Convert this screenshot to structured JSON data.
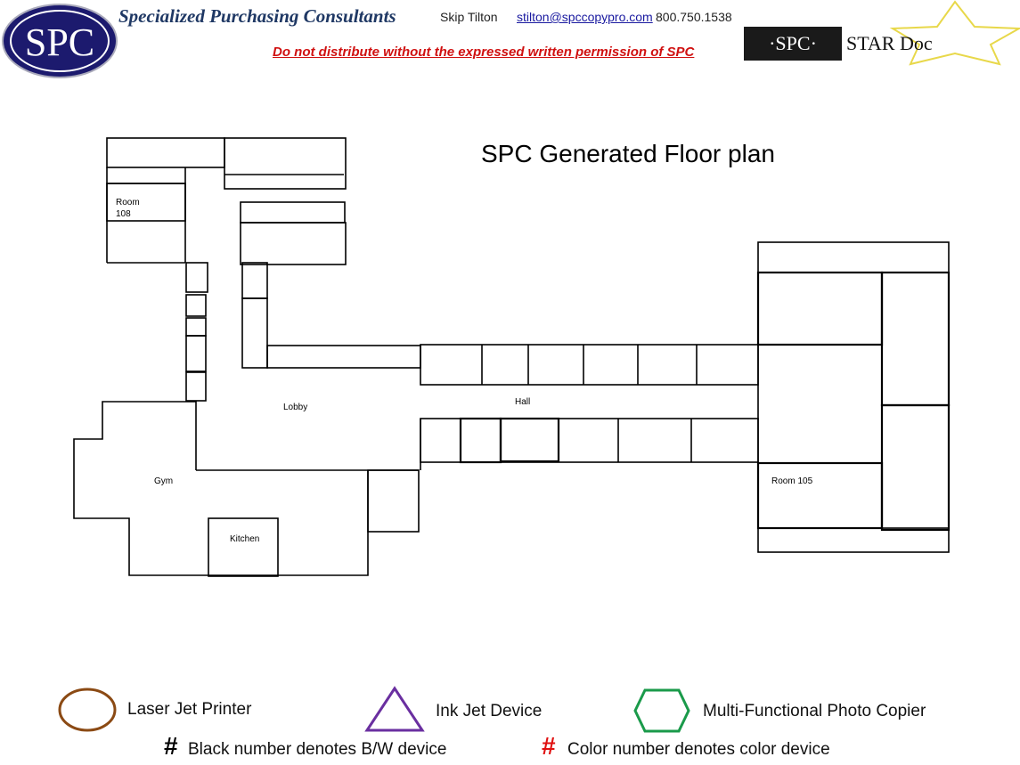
{
  "header": {
    "logo_text": "SPC",
    "company": "Specialized Purchasing Consultants",
    "contact_name": "Skip Tilton",
    "contact_email": "stilton@spccopypro.com",
    "contact_phone": "800.750.1538",
    "warning": "Do not distribute without the expressed written permission of SPC",
    "stardoc_logo_left": "·SPC·",
    "stardoc_logo_right": "STAR Doc"
  },
  "title": "SPC Generated Floor plan",
  "rooms": {
    "room108_line1": "Room",
    "room108_line2": "108",
    "lobby": "Lobby",
    "hall": "Hall",
    "gym": "Gym",
    "kitchen": "Kitchen",
    "room105": "Room 105"
  },
  "legend": {
    "laser": "Laser Jet Printer",
    "inkjet": "Ink Jet Device",
    "mfp": "Multi-Functional Photo Copier",
    "bw_symbol": "#",
    "bw": "Black number denotes B/W device",
    "color_symbol": "#",
    "color": "Color number denotes color device",
    "colors": {
      "laser": "#8b4a14",
      "inkjet": "#6a2fa0",
      "mfp": "#1a9a4a",
      "color_number": "#e01010"
    }
  }
}
